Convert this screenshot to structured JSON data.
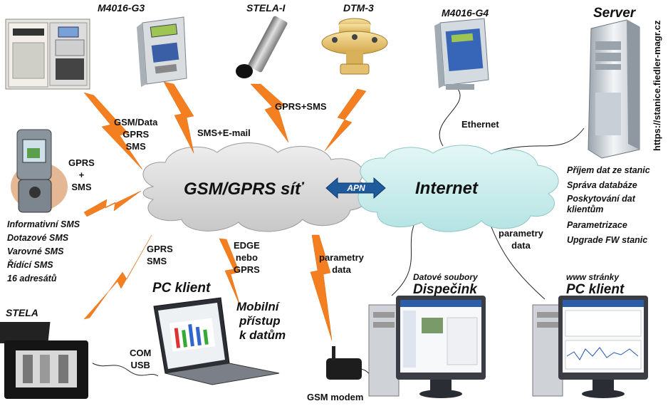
{
  "devices": {
    "m4016g3": "M4016-G3",
    "stelai": "STELA-I",
    "dtm3": "DTM-3",
    "m4016g4": "M4016-G4",
    "server": "Server",
    "stela": "STELA",
    "pc_client_laptop": "PC klient"
  },
  "clouds": {
    "gsm": "GSM/GPRS síť",
    "internet": "Internet",
    "apn": "APN"
  },
  "links": {
    "gsm_data": [
      "GSM/Data",
      "GPRS",
      "SMS"
    ],
    "sms_email": "SMS+E-mail",
    "gprs_sms_top": "GPRS+SMS",
    "ethernet": "Ethernet",
    "phone_link": [
      "GPRS",
      "+",
      "SMS"
    ],
    "gprs_sms_low": [
      "GPRS",
      "SMS"
    ],
    "edge": [
      "EDGE",
      "nebo",
      "GPRS"
    ],
    "param_modem": [
      "parametry",
      "data"
    ],
    "param_internet": [
      "parametry",
      "data"
    ],
    "com_usb": [
      "COM",
      "USB"
    ]
  },
  "sms_types": [
    "Informativní SMS",
    "Dotazové SMS",
    "Varovné SMS",
    "Řídící SMS",
    "16 adresátů"
  ],
  "server_features": [
    "Příjem dat ze stanic",
    "Správa databáze",
    "Poskytování dat klientům",
    "Parametrizace",
    "Upgrade FW stanic"
  ],
  "server_url": "https://stanice.fiedler-magr.cz",
  "mobile_access": [
    "Mobilní",
    "přístup",
    "k datům"
  ],
  "dispatch": {
    "caption": "Datové soubory",
    "title": "Dispečink"
  },
  "www_client": {
    "caption": "www stránky",
    "title": "PC klient"
  },
  "modem": "GSM modem",
  "colors": {
    "lightning": "#f47f20",
    "gsm_cloud": "#d6d6d6",
    "internet_cloud": "#c9ecec",
    "apn_arrow": "#1e5a9c"
  }
}
